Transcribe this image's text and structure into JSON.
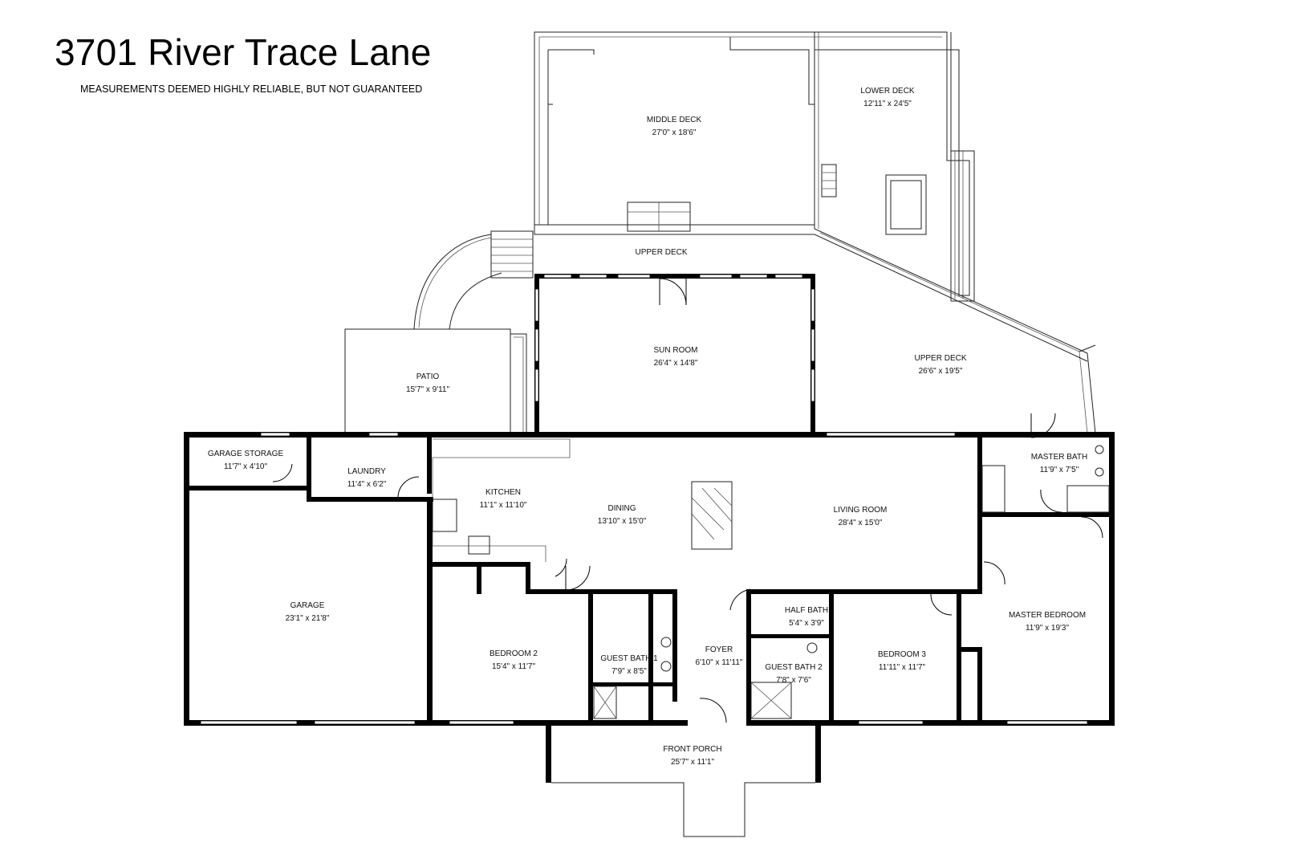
{
  "header": {
    "title": "3701 River Trace Lane",
    "subtitle": "MEASUREMENTS DEEMED HIGHLY RELIABLE, BUT NOT GUARANTEED"
  },
  "rooms": {
    "middle_deck": {
      "name": "MIDDLE DECK",
      "dims": "27'0\" x 18'6\""
    },
    "lower_deck": {
      "name": "LOWER DECK",
      "dims": "12'11\" x 24'5\""
    },
    "upper_deck_top": {
      "name": "UPPER DECK"
    },
    "sun_room": {
      "name": "SUN ROOM",
      "dims": "26'4\" x 14'8\""
    },
    "upper_deck": {
      "name": "UPPER DECK",
      "dims": "26'6\" x 19'5\""
    },
    "patio": {
      "name": "PATIO",
      "dims": "15'7\" x 9'11\""
    },
    "garage_storage": {
      "name": "GARAGE STORAGE",
      "dims": "11'7\" x 4'10\""
    },
    "laundry": {
      "name": "LAUNDRY",
      "dims": "11'4\" x 6'2\""
    },
    "kitchen": {
      "name": "KITCHEN",
      "dims": "11'1\" x 11'10\""
    },
    "dining": {
      "name": "DINING",
      "dims": "13'10\" x 15'0\""
    },
    "living_room": {
      "name": "LIVING ROOM",
      "dims": "28'4\" x 15'0\""
    },
    "master_bath": {
      "name": "MASTER BATH",
      "dims": "11'9\" x 7'5\""
    },
    "garage": {
      "name": "GARAGE",
      "dims": "23'1\" x 21'8\""
    },
    "half_bath": {
      "name": "HALF BATH",
      "dims": "5'4\" x 3'9\""
    },
    "master_bedroom": {
      "name": "MASTER BEDROOM",
      "dims": "11'9\" x 19'3\""
    },
    "bedroom2": {
      "name": "BEDROOM 2",
      "dims": "15'4\" x 11'7\""
    },
    "guest_bath1": {
      "name": "GUEST BATH 1",
      "dims": "7'9\" x 8'5\""
    },
    "foyer": {
      "name": "FOYER",
      "dims": "6'10\" x 11'11\""
    },
    "guest_bath2": {
      "name": "GUEST BATH 2",
      "dims": "7'8\" x 7'6\""
    },
    "bedroom3": {
      "name": "BEDROOM 3",
      "dims": "11'11\" x 11'7\""
    },
    "front_porch": {
      "name": "FRONT PORCH",
      "dims": "25'7\" x 11'1\""
    }
  }
}
